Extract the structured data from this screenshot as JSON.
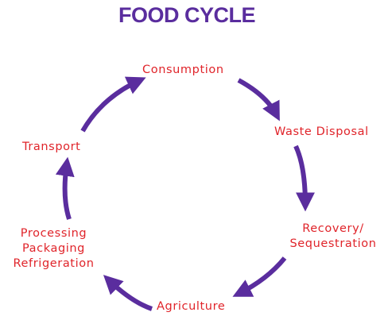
{
  "title": "FOOD CYCLE",
  "colors": {
    "title": "#5a2d9e",
    "arrow": "#5a2d9e",
    "label": "#e0242a"
  },
  "stages": [
    {
      "lines": [
        "Consumption"
      ]
    },
    {
      "lines": [
        "Waste Disposal"
      ]
    },
    {
      "lines": [
        "Recovery/",
        "Sequestration"
      ]
    },
    {
      "lines": [
        "Agriculture"
      ]
    },
    {
      "lines": [
        "Processing",
        "Packaging",
        "Refrigeration"
      ]
    },
    {
      "lines": [
        "Transport"
      ]
    }
  ]
}
